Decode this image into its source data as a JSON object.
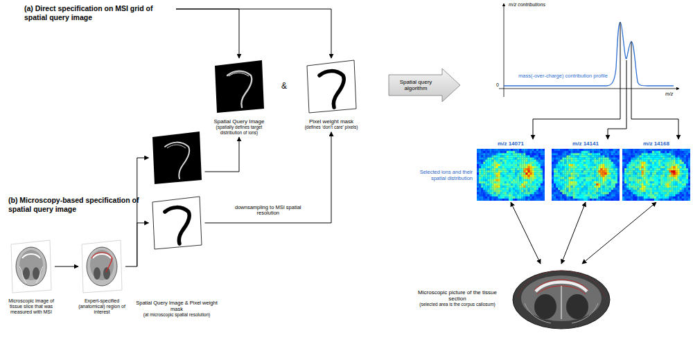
{
  "diagram": {
    "nodes": [
      {
        "text": [
          "(a) Direct specification on MSI grid of spatial query image"
        ]
      },
      {
        "text": [
          "Spatial Query Image",
          "(spatially defines target distribution of ions)"
        ]
      },
      {
        "text": [
          "Pixel weight mask",
          "(defines ‘don’t care’ pixels)"
        ]
      },
      {
        "text": [
          "Spatial query algorithm"
        ]
      },
      {
        "text": [
          "m/z contributions",
          "mass(-over-charge) contribution profile",
          "0",
          "m/z"
        ]
      },
      {
        "text": [
          "(b) Microscopy-based specification of spatial query image"
        ]
      },
      {
        "text": [
          "Microscopic image of tissue slice that was measured with MSI"
        ]
      },
      {
        "text": [
          "Expert-specified (anatomical) region of interest"
        ]
      },
      {
        "text": [
          "Spatial Query Image & Pixel weight mask",
          "(at microscopic spatial resolution)"
        ]
      },
      {
        "text": [
          "m/z 14071"
        ]
      },
      {
        "text": [
          "m/z 14141"
        ]
      },
      {
        "text": [
          "m/z 14168"
        ]
      },
      {
        "text": [
          "Microscopic picture of the tissue section",
          "(selected area is the corpus callosum)"
        ]
      }
    ],
    "edges": [
      {
        "from": 0,
        "to": 1,
        "arrow": "to"
      },
      {
        "from": 0,
        "to": 2,
        "arrow": "to"
      },
      {
        "from": 6,
        "to": 7,
        "arrow": "to"
      },
      {
        "from": 7,
        "to": 8,
        "arrow": "to"
      },
      {
        "from": 8,
        "to": 1,
        "arrow": "to"
      },
      {
        "from": 8,
        "to": 2,
        "arrow": "to",
        "label": "downsampling to MSI spatial resolution"
      },
      {
        "from": 4,
        "to": 9,
        "arrow": "to"
      },
      {
        "from": 4,
        "to": 10,
        "arrow": "to"
      },
      {
        "from": 4,
        "to": 11,
        "arrow": "to"
      },
      {
        "from": 9,
        "to": 12,
        "arrow": "both"
      },
      {
        "from": 10,
        "to": 12,
        "arrow": "both"
      },
      {
        "from": 11,
        "to": 12,
        "arrow": "both"
      }
    ],
    "labels": [
      "&",
      "Selected ions and their spatial distribution"
    ]
  }
}
